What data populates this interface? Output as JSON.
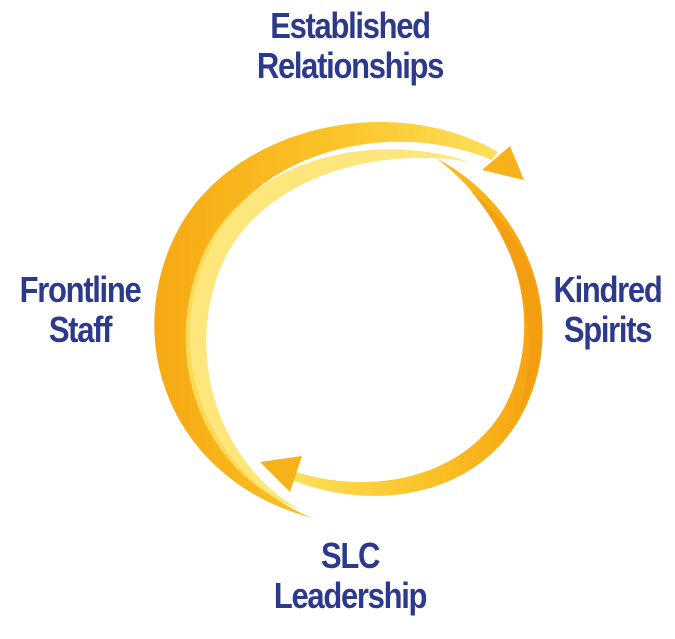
{
  "colors": {
    "text": "#2d3a8c",
    "arc_outer": "#f7b21b",
    "arc_inner": "#fde264",
    "arc_deep": "#f39c12"
  },
  "nodes": {
    "top": {
      "line1": "Established",
      "line2": "Relationships"
    },
    "right": {
      "line1": "Kindred",
      "line2": "Spirits"
    },
    "bottom": {
      "line1": "SLC",
      "line2": "Leadership"
    },
    "left": {
      "line1": "Frontline",
      "line2": "Staff"
    }
  }
}
